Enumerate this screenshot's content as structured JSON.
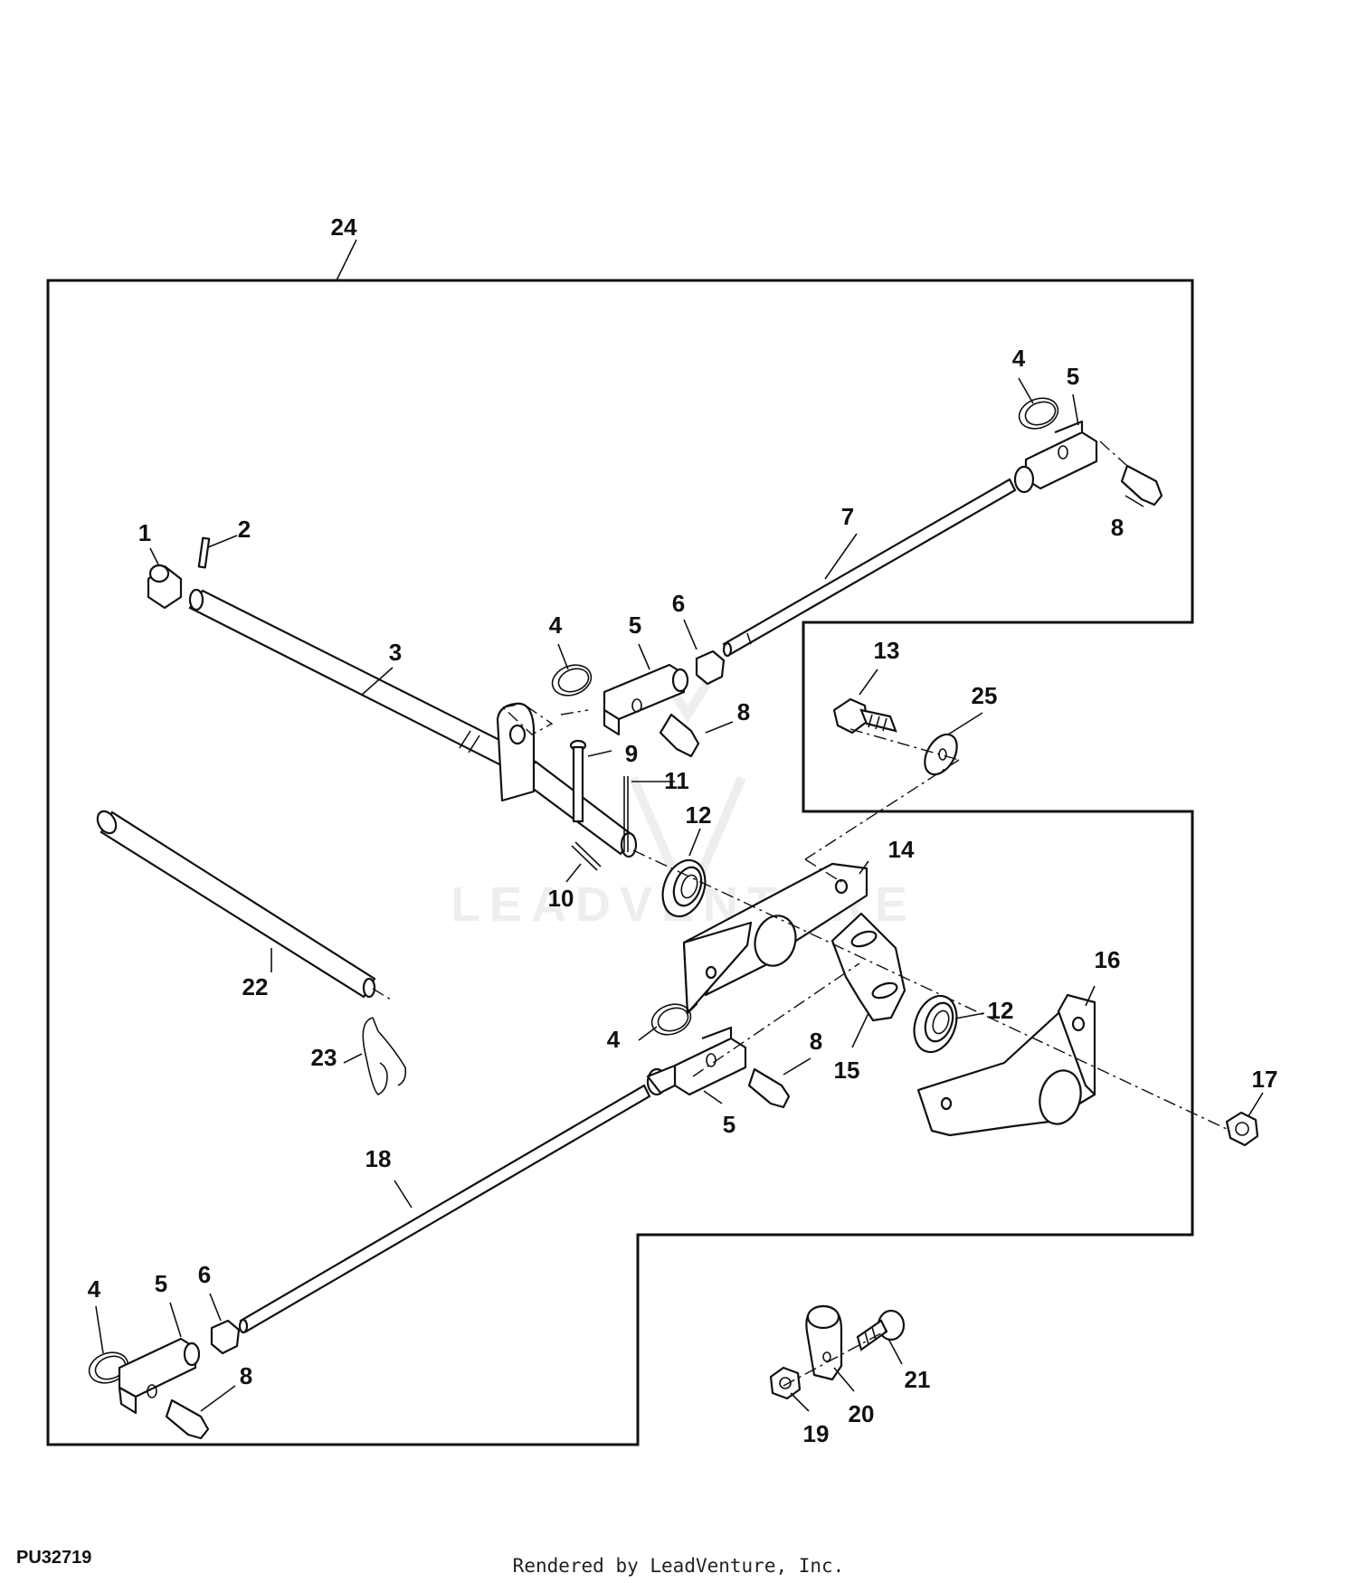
{
  "figure_id": "PU32719",
  "credit": "Rendered by LeadVenture, Inc.",
  "watermark": "LEADVENTURE",
  "callouts": [
    "24",
    "4",
    "5",
    "7",
    "8",
    "1",
    "2",
    "3",
    "4",
    "5",
    "6",
    "8",
    "9",
    "11",
    "12",
    "10",
    "22",
    "23",
    "13",
    "25",
    "14",
    "16",
    "12",
    "15",
    "17",
    "4",
    "8",
    "5",
    "18",
    "4",
    "5",
    "6",
    "8",
    "21",
    "20",
    "19"
  ]
}
